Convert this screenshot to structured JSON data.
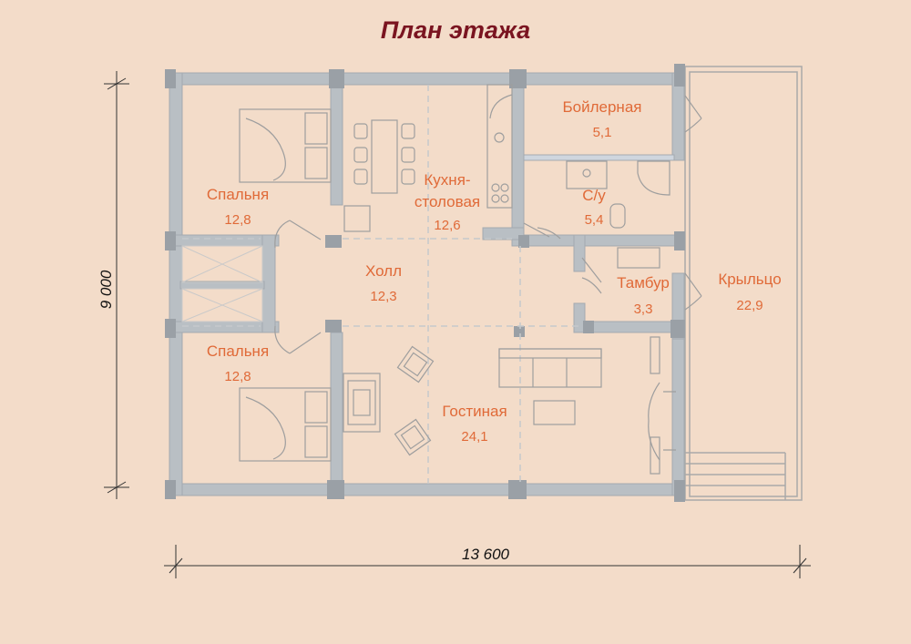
{
  "title": "План этажа",
  "dimensions": {
    "width": "13 600",
    "height": "9 000"
  },
  "rooms": [
    {
      "id": "bedroom-top",
      "name": "Спальня",
      "area": "12,8"
    },
    {
      "id": "kitchen",
      "name_line1": "Кухня-",
      "name_line2": "столовая",
      "area": "12,6"
    },
    {
      "id": "boiler",
      "name": "Бойлерная",
      "area": "5,1"
    },
    {
      "id": "bathroom",
      "name": "С/у",
      "area": "5,4"
    },
    {
      "id": "hall",
      "name": "Холл",
      "area": "12,3"
    },
    {
      "id": "vestibule",
      "name": "Тамбур",
      "area": "3,3"
    },
    {
      "id": "porch",
      "name": "Крыльцо",
      "area": "22,9"
    },
    {
      "id": "bedroom-bottom",
      "name": "Спальня",
      "area": "12,8"
    },
    {
      "id": "living",
      "name": "Гостиная",
      "area": "24,1"
    }
  ],
  "colors": {
    "background": "#f3dcc9",
    "wall": "#b9bfc4",
    "wall_dark": "#9aa0a6",
    "label": "#e06a38",
    "title": "#7a1420"
  }
}
